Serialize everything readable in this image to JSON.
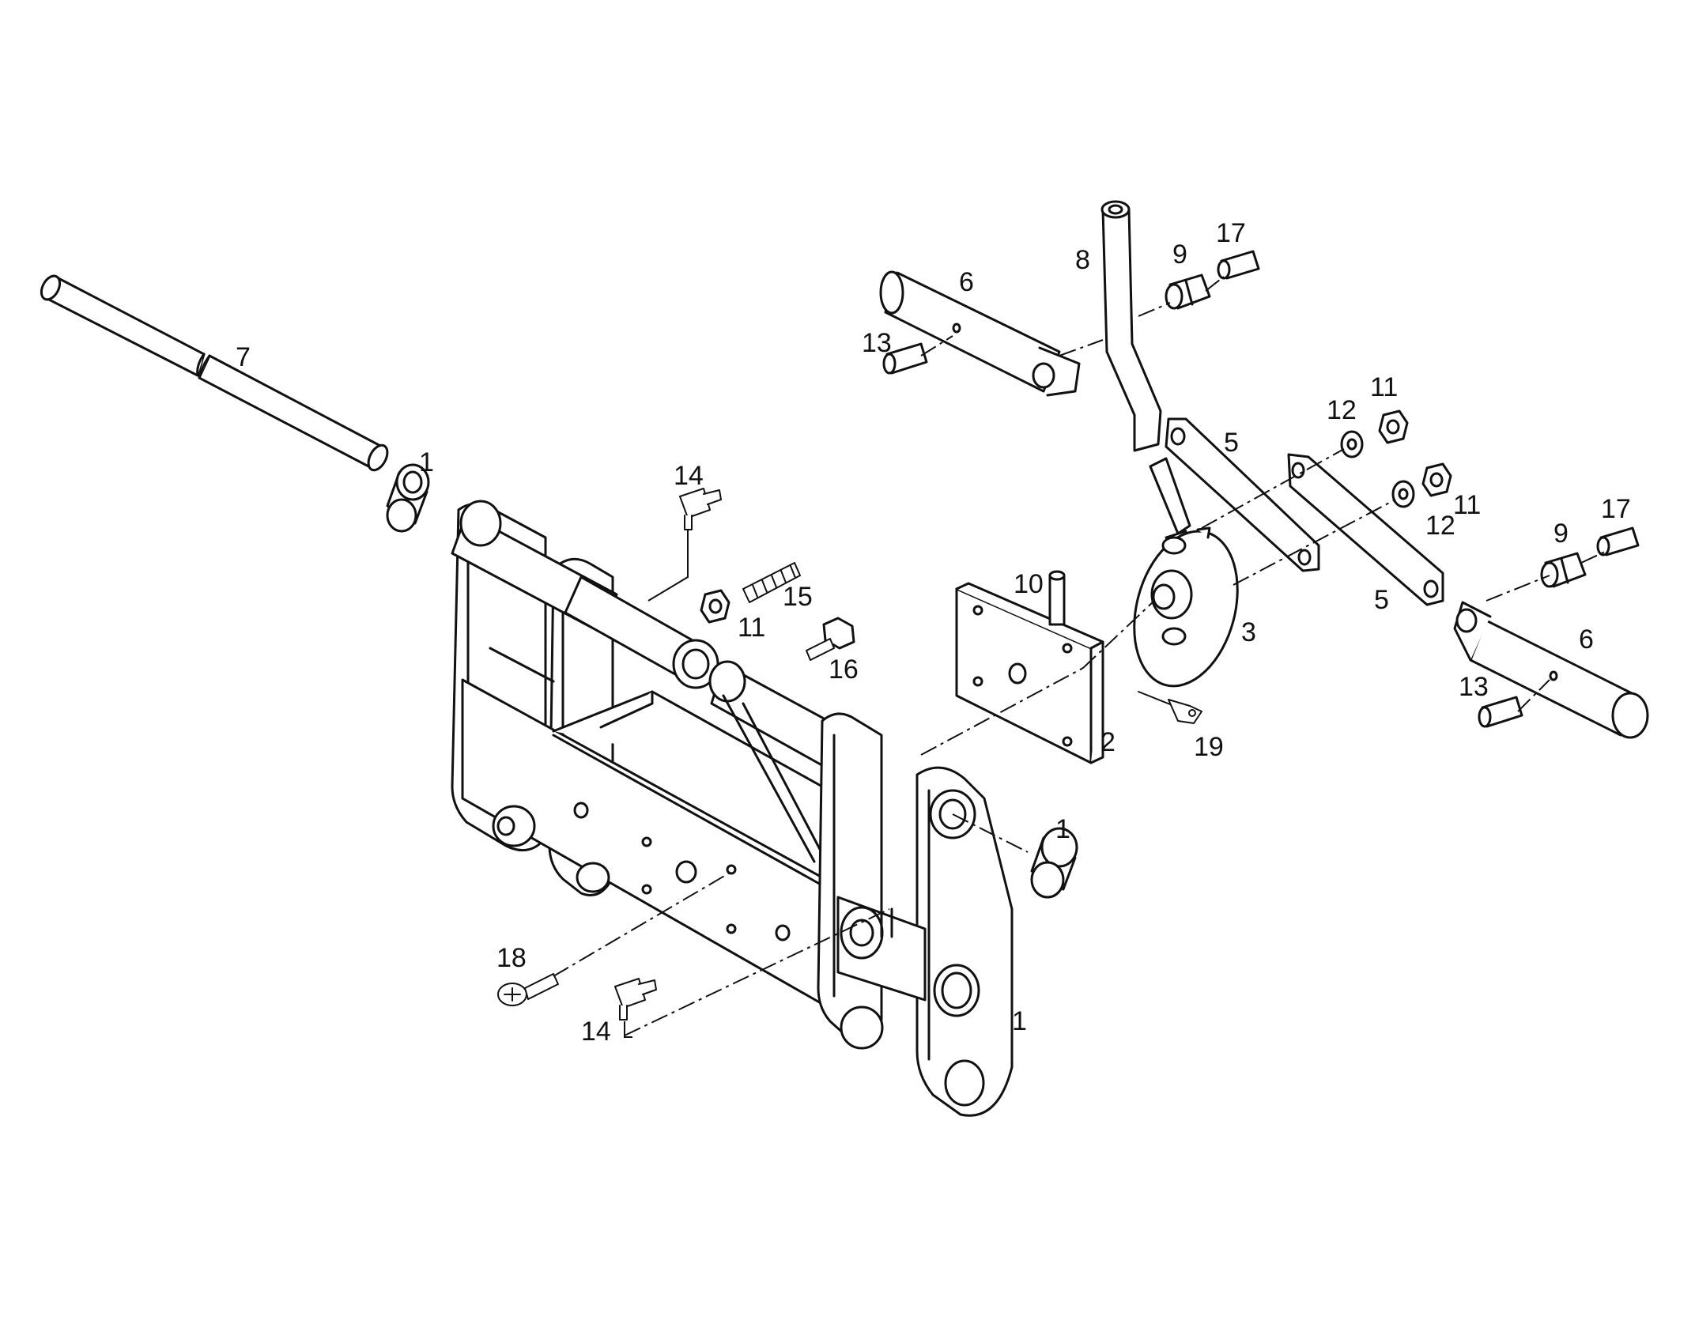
{
  "callouts": {
    "p1a": "1",
    "p1b": "1",
    "p1c": "1",
    "p2": "2",
    "p3": "3",
    "p5a": "5",
    "p5b": "5",
    "p6a": "6",
    "p6b": "6",
    "p7": "7",
    "p8": "8",
    "p9a": "9",
    "p9b": "9",
    "p10": "10",
    "p11a": "11",
    "p11b": "11",
    "p11c": "11",
    "p12a": "12",
    "p12b": "12",
    "p13a": "13",
    "p13b": "13",
    "p14a": "14",
    "p14b": "14",
    "p15": "15",
    "p16": "16",
    "p17a": "17",
    "p17b": "17",
    "p18": "18",
    "p19": "19"
  },
  "colors": {
    "line": "#111111",
    "background": "#ffffff"
  }
}
